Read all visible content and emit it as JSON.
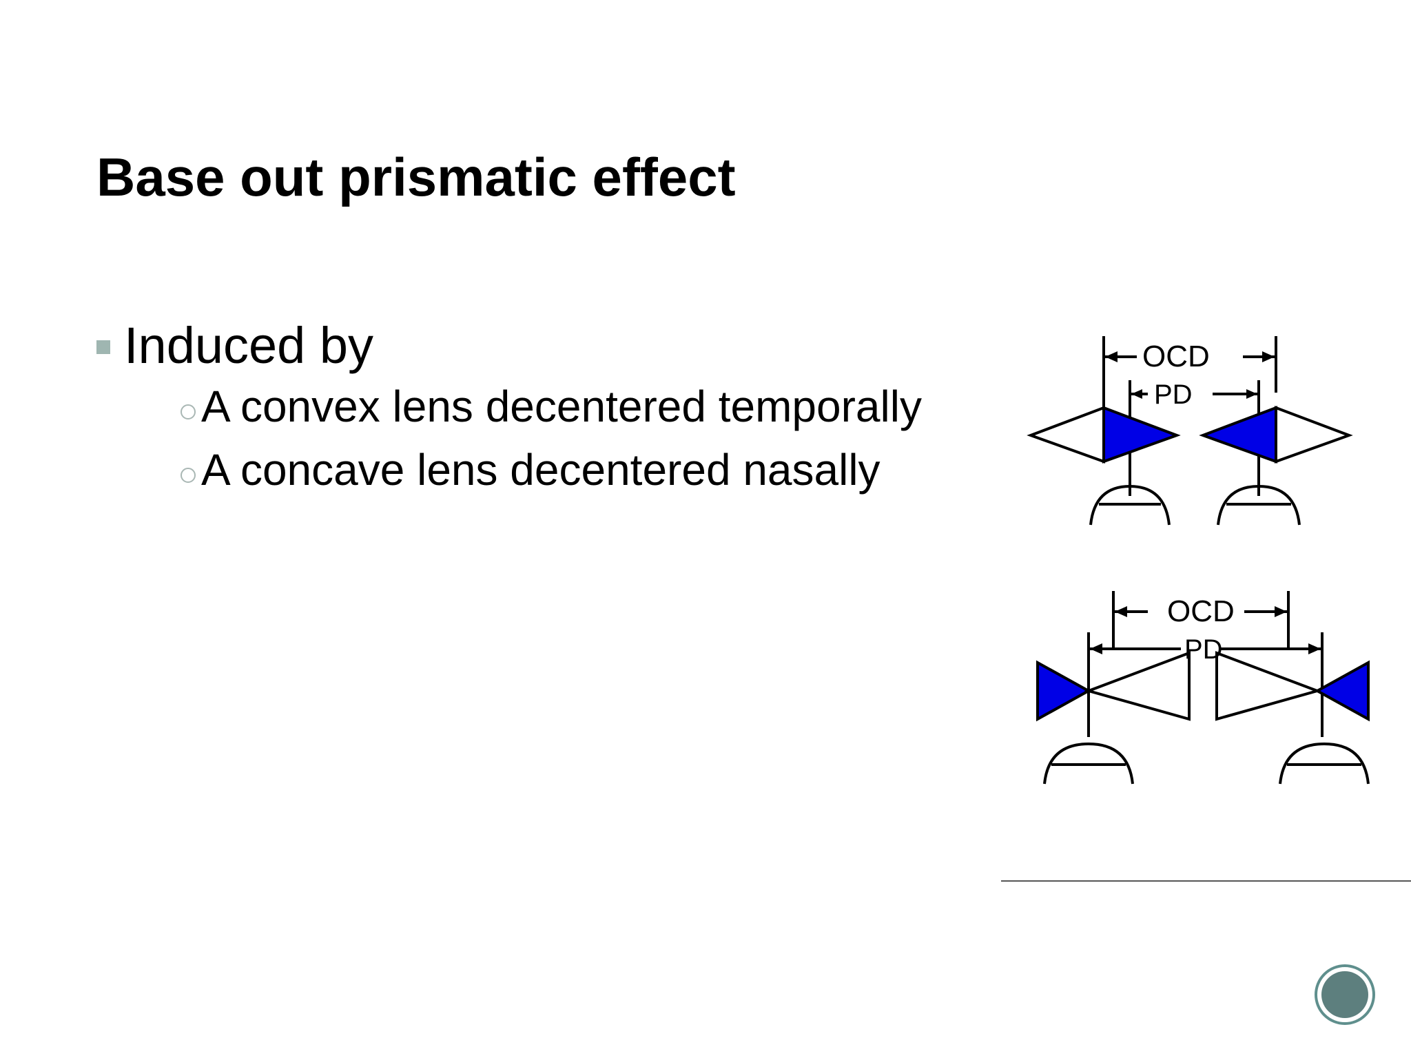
{
  "slide": {
    "title": "Base out prismatic effect",
    "bullets": [
      {
        "text": "Induced by",
        "sub": [
          "A convex lens decentered temporally",
          "A concave lens decentered nasally"
        ]
      }
    ]
  },
  "figure": {
    "top_diagram": {
      "outer_label": "OCD",
      "inner_label": "PD"
    },
    "bottom_diagram": {
      "outer_label": "OCD",
      "inner_label": "PD"
    },
    "prism_color": "#0000e6"
  },
  "footer": {
    "nav_icon": "circle-button-icon",
    "accent_color": "#5f8f8d"
  }
}
